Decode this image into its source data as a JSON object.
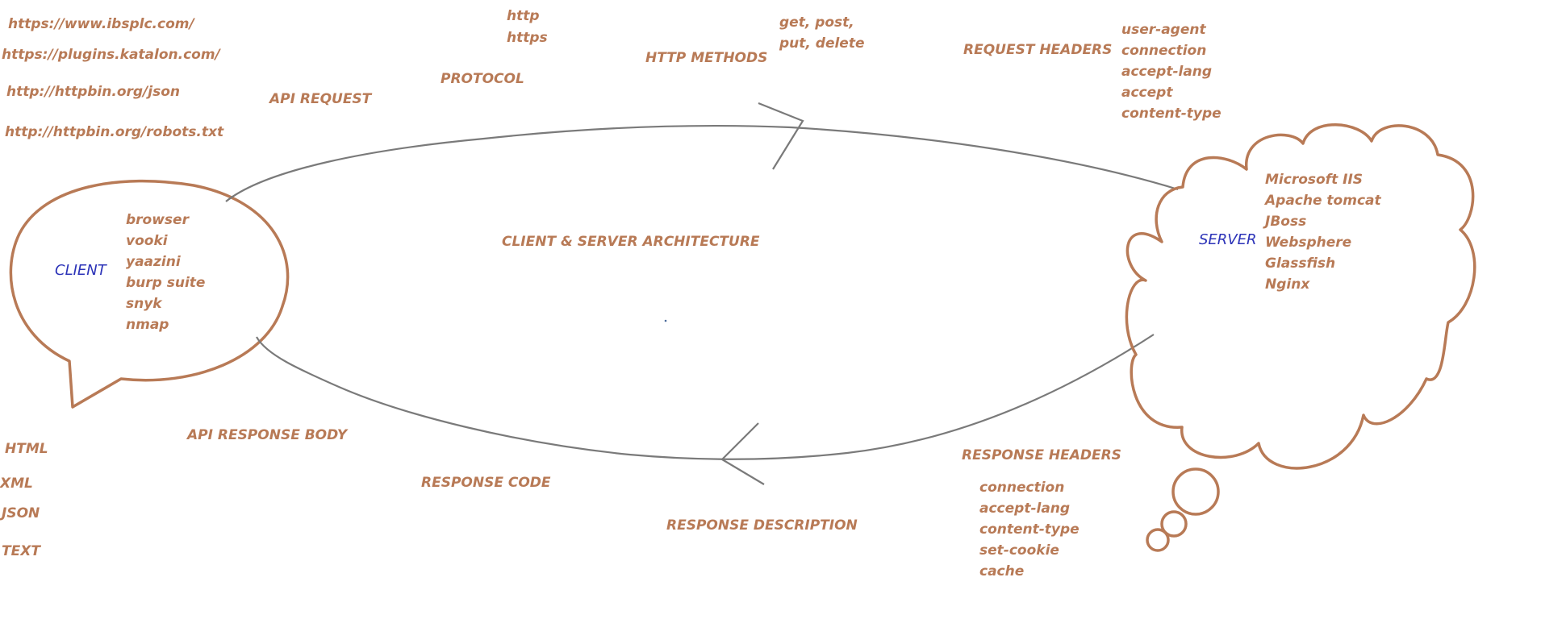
{
  "colors": {
    "text": "#b87a56",
    "accent": "#2c33b8",
    "line": "#7a7a7a",
    "shape": "#b87a56"
  },
  "urls": [
    "https://www.ibsplc.com/",
    "https://plugins.katalon.com/",
    "http://httpbin.org/json",
    "http://httpbin.org/robots.txt"
  ],
  "api_request": "API REQUEST",
  "protocol": {
    "label": "PROTOCOL",
    "values": [
      "http",
      "https"
    ]
  },
  "http_methods": {
    "label": "HTTP METHODS",
    "values": [
      "get,  post,",
      "put,  delete"
    ]
  },
  "request_headers": {
    "label": "REQUEST HEADERS",
    "values": [
      "user-agent",
      "connection",
      "accept-lang",
      "accept",
      "content-type"
    ]
  },
  "client": {
    "label": "CLIENT",
    "tools": [
      "browser",
      "vooki",
      "yaazini",
      "burp suite",
      "snyk",
      "nmap"
    ]
  },
  "title": "CLIENT & SERVER ARCHITECTURE",
  "server": {
    "label": "SERVER",
    "list": [
      "Microsoft IIS",
      "Apache tomcat",
      "JBoss",
      "Websphere",
      "Glassfish",
      "Nginx"
    ]
  },
  "api_response_body": {
    "label": "API RESPONSE BODY",
    "formats": [
      "HTML",
      "XML",
      "JSON",
      "TEXT"
    ]
  },
  "response_code": "RESPONSE CODE",
  "response_description": "RESPONSE DESCRIPTION",
  "response_headers": {
    "label": "RESPONSE HEADERS",
    "values": [
      "connection",
      "accept-lang",
      "content-type",
      "set-cookie",
      "cache"
    ]
  }
}
